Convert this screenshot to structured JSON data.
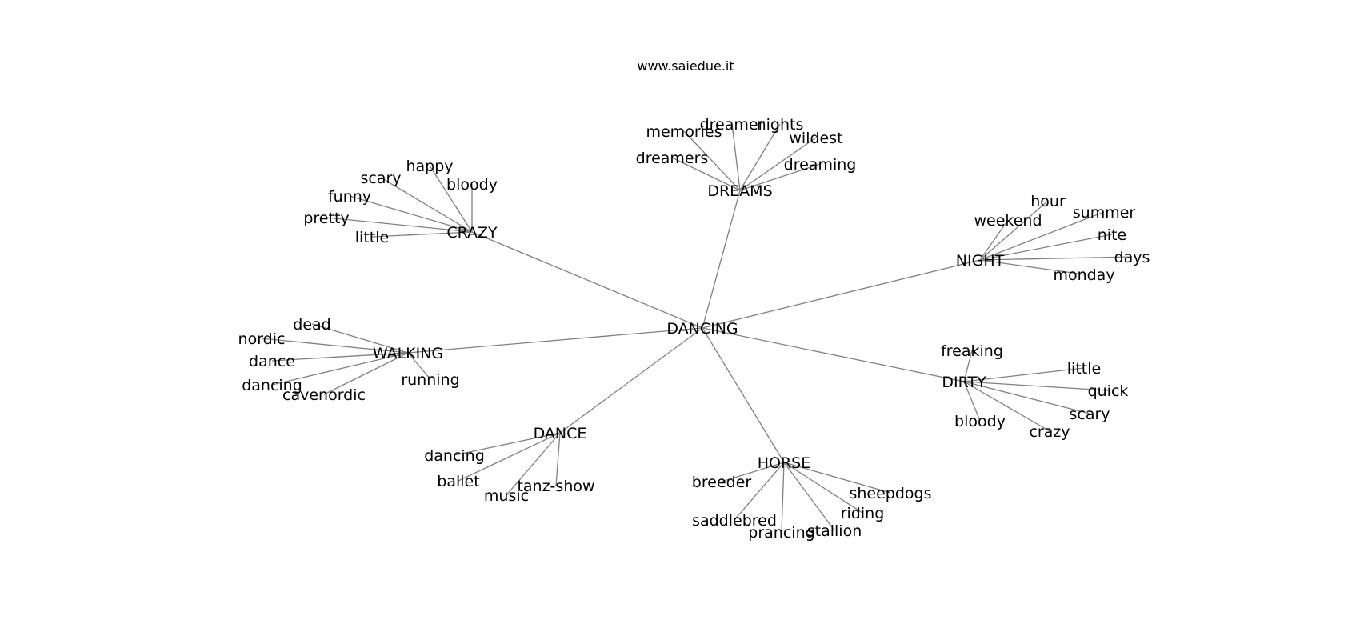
{
  "source": "www.saiedue.it",
  "center": "DANCING",
  "edge_color": "#808080",
  "clusters": [
    {
      "label": "DREAMS",
      "words": [
        "memories",
        "dreamer",
        "nights",
        "wildest",
        "dreamers",
        "dreaming"
      ]
    },
    {
      "label": "CRAZY",
      "words": [
        "happy",
        "scary",
        "bloody",
        "funny",
        "pretty",
        "little"
      ]
    },
    {
      "label": "NIGHT",
      "words": [
        "hour",
        "weekend",
        "summer",
        "nite",
        "days",
        "monday"
      ]
    },
    {
      "label": "WALKING",
      "words": [
        "dead",
        "nordic",
        "dance",
        "dancing",
        "cavenordic",
        "running"
      ]
    },
    {
      "label": "DIRTY",
      "words": [
        "freaking",
        "little",
        "quick",
        "scary",
        "bloody",
        "crazy"
      ]
    },
    {
      "label": "DANCE",
      "words": [
        "dancing",
        "ballet",
        "music",
        "tanz-show"
      ]
    },
    {
      "label": "HORSE",
      "words": [
        "breeder",
        "sheepdogs",
        "riding",
        "saddlebred",
        "prancing",
        "stallion"
      ]
    }
  ]
}
